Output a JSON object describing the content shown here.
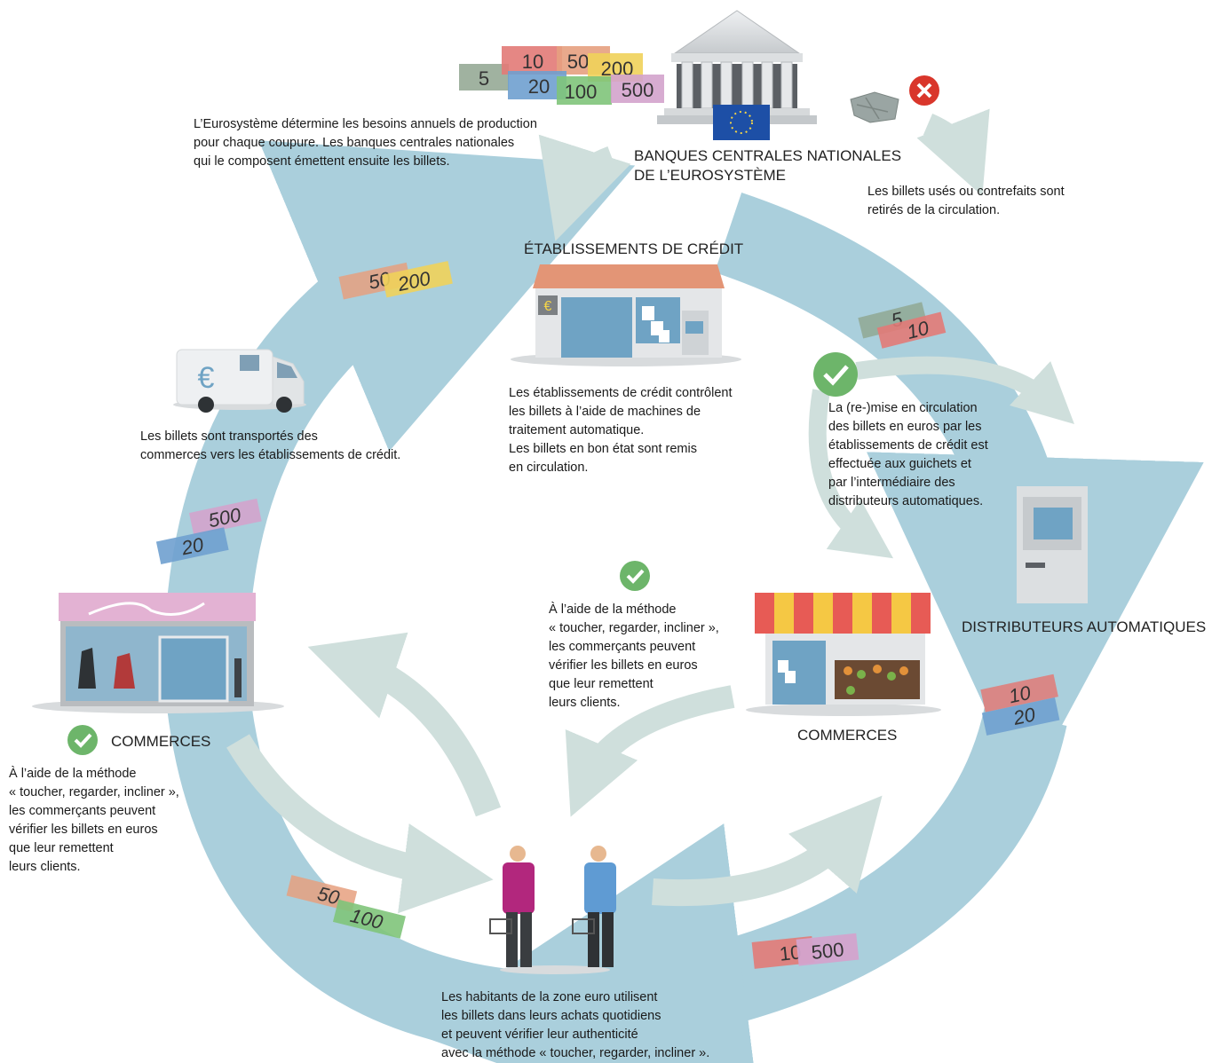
{
  "headings": {
    "central_banks": "BANQUES CENTRALES NATIONALES\nDE L’EUROSYSTÈME",
    "credit_institutions": "ÉTABLISSEMENTS DE CRÉDIT",
    "atms": "DISTRIBUTEURS AUTOMATIQUES",
    "shops_right": "COMMERCES",
    "shops_left": "COMMERCES"
  },
  "texts": {
    "eurosystem": "L’Eurosystème détermine les besoins annuels de production\npour chaque coupure. Les banques centrales nationales\nqui le composent émettent ensuite les billets.",
    "withdrawn": "Les billets usés ou contrefaits sont\nretirés de la circulation.",
    "credit_check": "Les établissements de crédit contrôlent\nles billets à l’aide de machines de\ntraitement automatique.\nLes billets en bon état sont remis\nen circulation.",
    "transport": "Les billets sont transportés des\ncommerces vers les établissements de crédit.",
    "recirculation": "La (re-)mise en circulation\ndes billets en euros par les\nétablissements de crédit est\neffectuée aux guichets et\npar l’intermédiaire des\ndistributeurs automatiques.",
    "merchants_center": "À l’aide de la méthode\n« toucher, regarder, incliner »,\nles commerçants peuvent\nvérifier les billets en euros\nque leur remettent\nleurs clients.",
    "merchants_left": "À l’aide de la méthode\n« toucher, regarder, incliner »,\nles commerçants peuvent\nvérifier les billets en euros\nque leur remettent\nleurs clients.",
    "residents": "Les habitants de la zone euro utilisent\nles billets dans leurs achats quotidiens\net peuvent vérifier leur authenticité\navec la méthode « toucher, regarder, incliner »."
  },
  "bills": {
    "top_stack": [
      "5",
      "10",
      "50",
      "200",
      "20",
      "100",
      "500"
    ],
    "upper_left": [
      "50",
      "200"
    ],
    "upper_right": [
      "5",
      "10"
    ],
    "mid_left": [
      "500",
      "20"
    ],
    "lower_left": [
      "50",
      "100"
    ],
    "lower_right": [
      "10",
      "20"
    ],
    "bottom_right": [
      "10",
      "500"
    ]
  },
  "icons": {
    "van": "€",
    "bank_sign": "€",
    "reject": "x-icon",
    "approve": "check-icon"
  },
  "colors": {
    "cycle_ring": "#aacfdc",
    "flow_arrow": "#ccdcd8",
    "check_green": "#6db56a",
    "reject_red": "#d9362b",
    "bill_5": "#8fa58f",
    "bill_10": "#e27a77",
    "bill_20": "#6fa0cf",
    "bill_50": "#e6a07f",
    "bill_100": "#7fc47a",
    "bill_200": "#f0d25a",
    "bill_500": "#d3a3cc"
  }
}
